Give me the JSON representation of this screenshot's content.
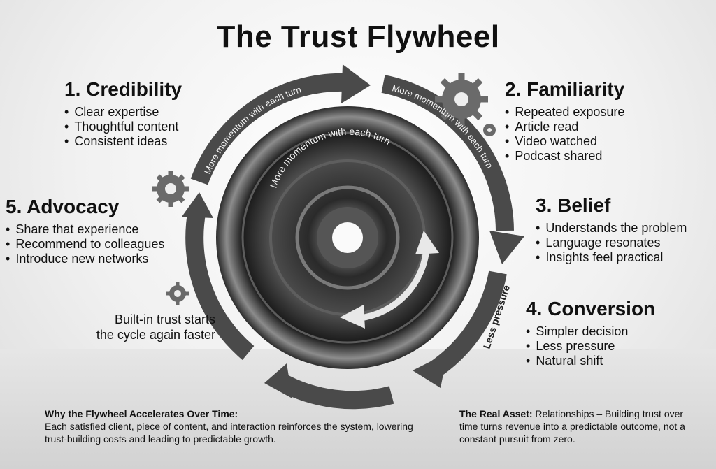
{
  "title": "The Trust Flywheel",
  "stages": [
    {
      "heading": "1. Credibility",
      "items": [
        "Clear expertise",
        "Thoughtful content",
        "Consistent ideas"
      ]
    },
    {
      "heading": "2. Familiarity",
      "items": [
        "Repeated exposure",
        "Article read",
        "Video watched",
        "Podcast shared"
      ]
    },
    {
      "heading": "3. Belief",
      "items": [
        "Understands the problem",
        "Language resonates",
        "Insights feel practical"
      ]
    },
    {
      "heading": "4. Conversion",
      "items": [
        "Simpler decision",
        "Less pressure",
        "Natural shift"
      ]
    },
    {
      "heading": "5. Advocacy",
      "items": [
        "Share that experience",
        "Recommend to colleagues",
        "Introduce new networks"
      ]
    }
  ],
  "cycle_note": [
    "Built-in trust starts",
    "the cycle again faster"
  ],
  "arrow_text": {
    "momentum": "More momentum with each turn",
    "conversion": "Less pressure"
  },
  "bottom_left": {
    "heading": "Why the Flywheel Accelerates Over Time:",
    "body": "Each satisfied client, piece of content, and interaction reinforces the system, lowering trust-building costs and leading to predictable growth."
  },
  "bottom_right": {
    "heading": "The Real Asset:",
    "body": " Relationships – Building trust over time turns revenue into a predictable outcome, not a constant pursuit from zero."
  },
  "colors": {
    "arrow": "#4a4a4a",
    "wheel_dark": "#1c1c1c",
    "wheel_light": "#bdbdbd",
    "gear": "#6a6a6a"
  },
  "icons": [
    "gear-icon",
    "gear-icon",
    "gear-icon",
    "gear-icon"
  ]
}
